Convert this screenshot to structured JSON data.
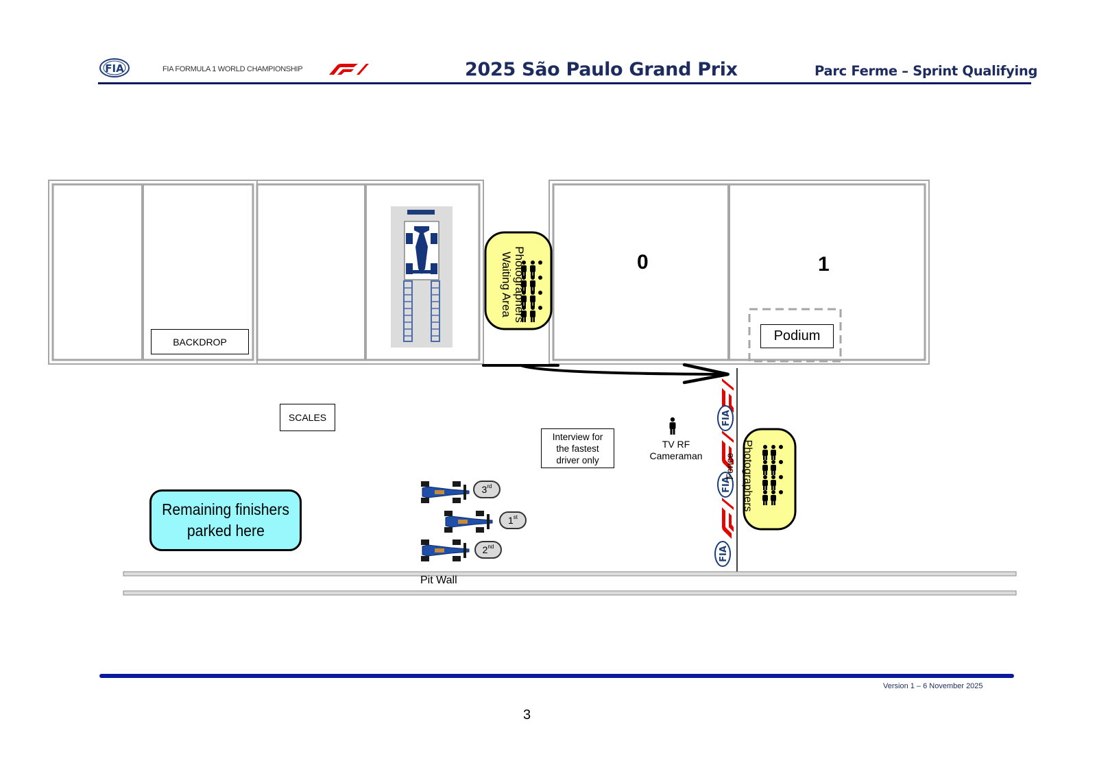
{
  "header": {
    "fia_logo_text": "FIA",
    "championship": "FIA FORMULA 1 WORLD CHAMPIONSHIP",
    "title": "2025 São Paulo Grand Prix",
    "subtitle": "Parc Ferme – Sprint Qualifying"
  },
  "diagram": {
    "backdrop": "BACKDROP",
    "scales": "SCALES",
    "photographers_waiting_line1": "Photographers",
    "photographers_waiting_line2": "Waiting Area",
    "bay_0": "0",
    "bay_1": "1",
    "podium": "Podium",
    "interview_line1": "Interview for",
    "interview_line2": "the fastest",
    "interview_line3": "driver only",
    "tv_line1": "TV RF",
    "tv_line2": "Cameraman",
    "fence": "Fence",
    "photographers": "Photographers",
    "finishers_line1": "Remaining finishers",
    "finishers_line2": "parked here",
    "pit_wall": "Pit Wall",
    "positions": [
      {
        "num": "3",
        "suffix": "rd"
      },
      {
        "num": "1",
        "suffix": "st"
      },
      {
        "num": "2",
        "suffix": "nd"
      }
    ],
    "fia_banner_text": "FIA"
  },
  "footer": {
    "version": "Version 1 – 6 November 2025",
    "page_number": "3"
  },
  "colors": {
    "navy": "#1d2b5e",
    "rule_blue": "#0a1a9c",
    "f1_red": "#e10600",
    "photographer_yellow": "#fdfd96",
    "finishers_cyan": "#99f8fb",
    "car_blue": "#1f4fa8",
    "garage_grey": "#a6a6a6"
  }
}
